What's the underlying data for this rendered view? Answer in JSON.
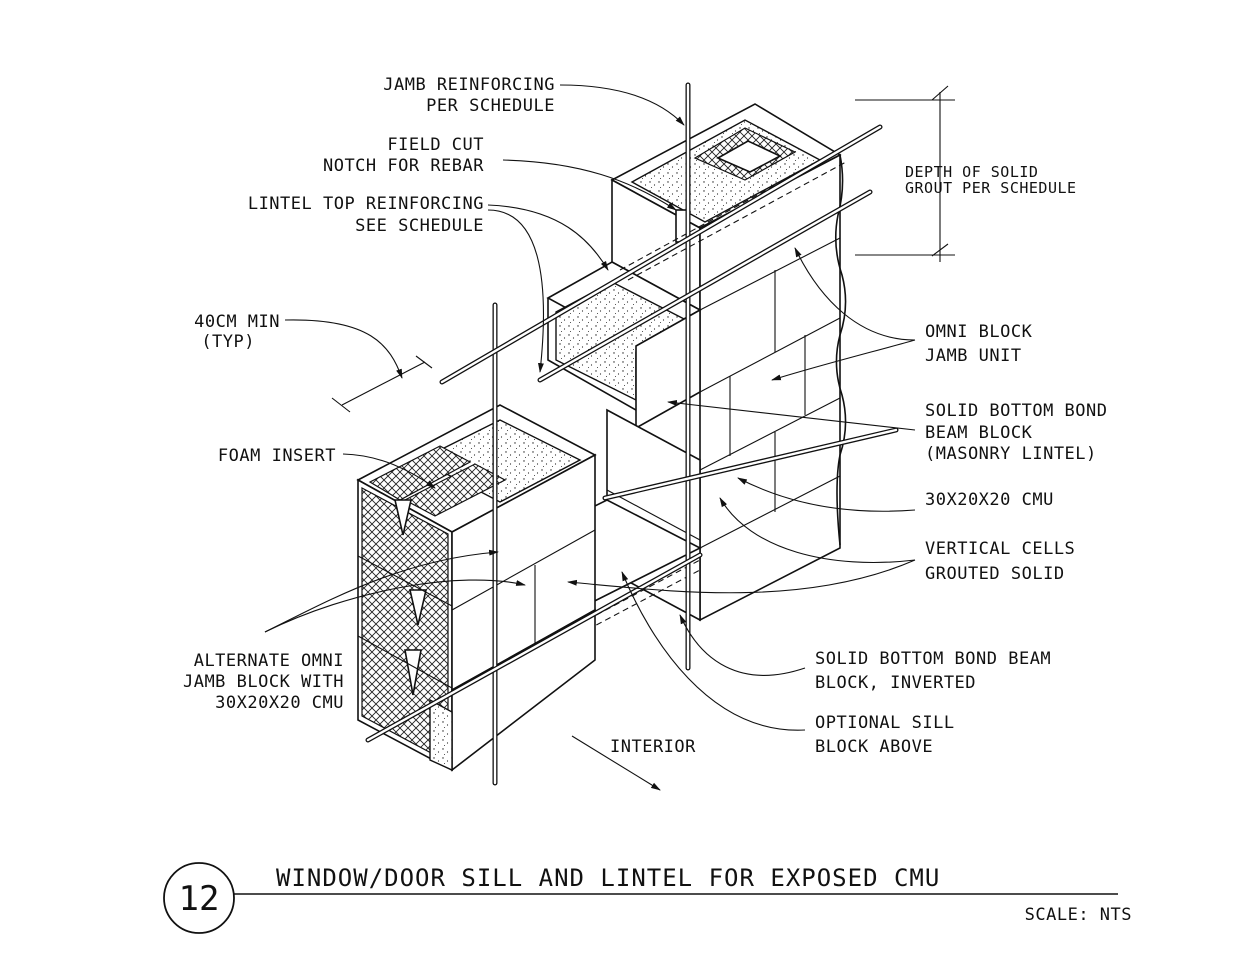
{
  "detail": {
    "number": "12",
    "title": "WINDOW/DOOR SILL AND LINTEL FOR EXPOSED CMU",
    "scale": "SCALE: NTS"
  },
  "labels": {
    "jamb_reinforcing_1": "JAMB REINFORCING",
    "jamb_reinforcing_2": "PER SCHEDULE",
    "field_cut_1": "FIELD CUT",
    "field_cut_2": "NOTCH FOR REBAR",
    "lintel_top_1": "LINTEL TOP REINFORCING",
    "lintel_top_2": "SEE SCHEDULE",
    "min_1": "40CM MIN",
    "min_2": "(TYP)",
    "foam_insert": "FOAM INSERT",
    "alt_omni_1": "ALTERNATE OMNI",
    "alt_omni_2": "JAMB BLOCK WITH",
    "alt_omni_3": "30X20X20 CMU",
    "depth_1": "DEPTH OF SOLID",
    "depth_2": "GROUT PER SCHEDULE",
    "omni_jamb_1": "OMNI BLOCK",
    "omni_jamb_2": "JAMB UNIT",
    "bond_beam_1": "SOLID BOTTOM BOND",
    "bond_beam_2": "BEAM BLOCK",
    "bond_beam_3": "(MASONRY LINTEL)",
    "cmu": "30X20X20 CMU",
    "vertical_1": "VERTICAL CELLS",
    "vertical_2": "GROUTED SOLID",
    "inverted_1": "SOLID BOTTOM BOND BEAM",
    "inverted_2": "BLOCK, INVERTED",
    "sill_1": "OPTIONAL SILL",
    "sill_2": "BLOCK ABOVE",
    "interior": "INTERIOR"
  }
}
